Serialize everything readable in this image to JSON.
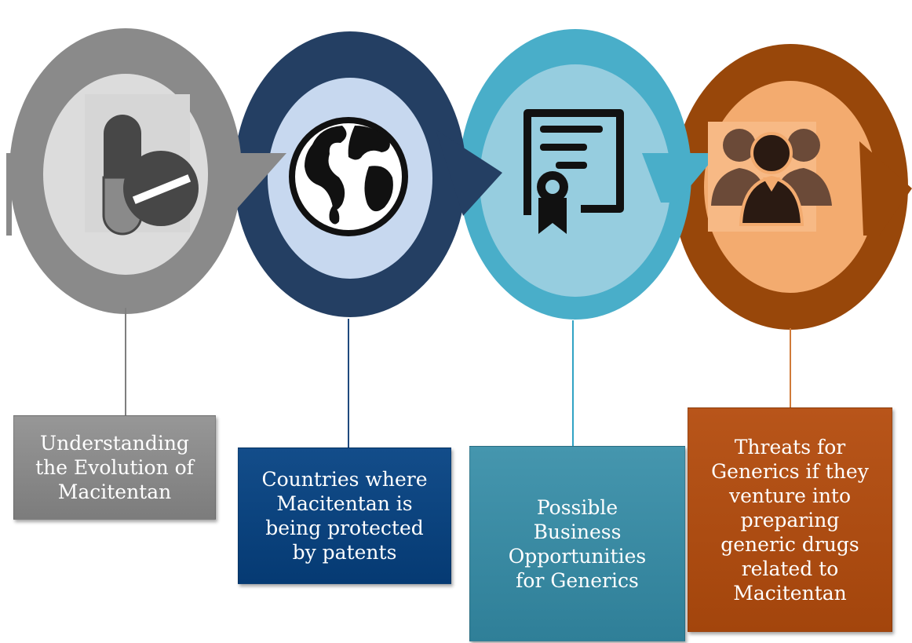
{
  "colors": {
    "step1_ring": "#8a8a8a",
    "step1_inner": "#dcdcdc",
    "step2_ring": "#243f63",
    "step2_inner": "#c7d8ef",
    "step3_ring": "#49aec9",
    "step3_inner": "#96cddf",
    "step4_ring": "#98470a",
    "step4_inner": "#f3ab6f"
  },
  "steps": [
    {
      "icon": "pill-icon",
      "label_lines": [
        "Understanding",
        "the Evolution of",
        "Macitentan"
      ]
    },
    {
      "icon": "globe-icon",
      "label_lines": [
        "Countries where",
        "Macitentan is",
        "being protected",
        "by patents"
      ]
    },
    {
      "icon": "certificate-icon",
      "label_lines": [
        "Possible",
        "Business",
        "Opportunities",
        "for Generics"
      ]
    },
    {
      "icon": "people-group-icon",
      "label_lines": [
        "Threats for",
        "Generics if they",
        "venture into",
        "preparing",
        "generic drugs",
        "related to",
        "Macitentan"
      ]
    }
  ]
}
